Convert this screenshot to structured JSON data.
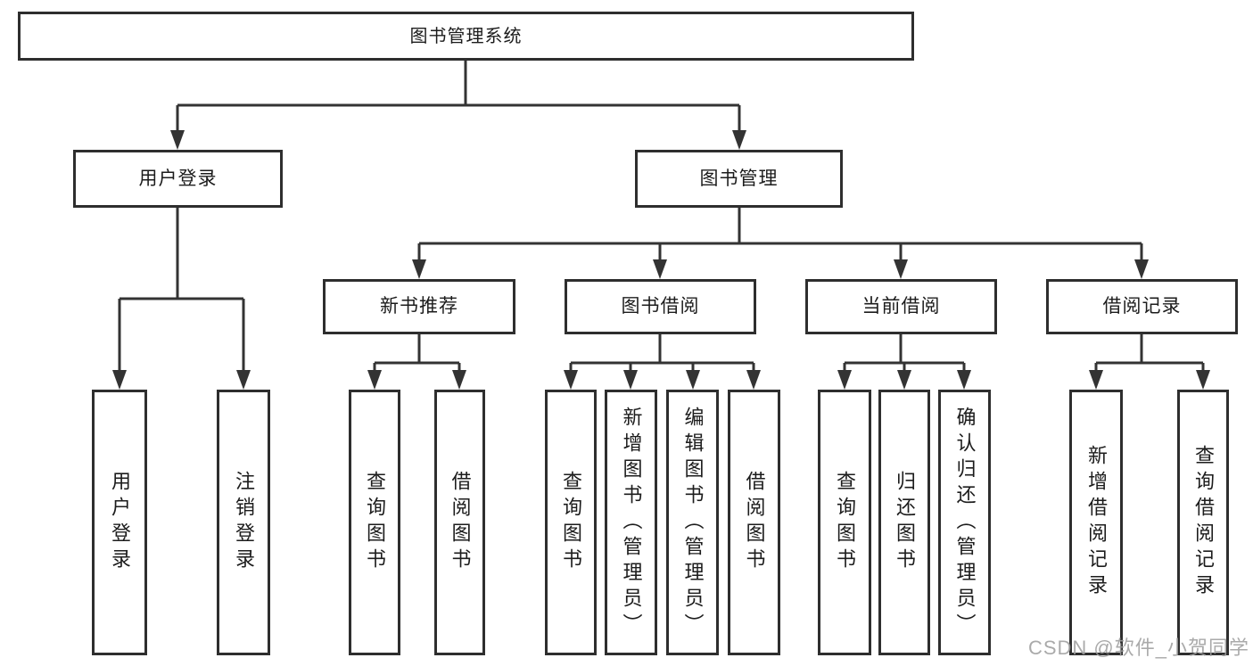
{
  "diagram": {
    "root": "图书管理系统",
    "branches": [
      {
        "label": "用户登录",
        "children": [
          "用户登录",
          "注销登录"
        ]
      },
      {
        "label": "图书管理",
        "children": [
          {
            "label": "新书推荐",
            "children": [
              "查询图书",
              "借阅图书"
            ]
          },
          {
            "label": "图书借阅",
            "children": [
              "查询图书",
              "新增图书（管理员）",
              "编辑图书（管理员）",
              "借阅图书"
            ]
          },
          {
            "label": "当前借阅",
            "children": [
              "查询图书",
              "归还图书",
              "确认归还（管理员）"
            ]
          },
          {
            "label": "借阅记录",
            "children": [
              "新增借阅记录",
              "查询借阅记录"
            ]
          }
        ]
      }
    ]
  },
  "watermark": {
    "text": "CSDN @软件_小贺同学"
  },
  "colors": {
    "line": "#333333",
    "box_border": "#2e2e2e",
    "text": "#1c1c1c",
    "watermark": "#9e9e9e",
    "background": "#ffffff"
  }
}
